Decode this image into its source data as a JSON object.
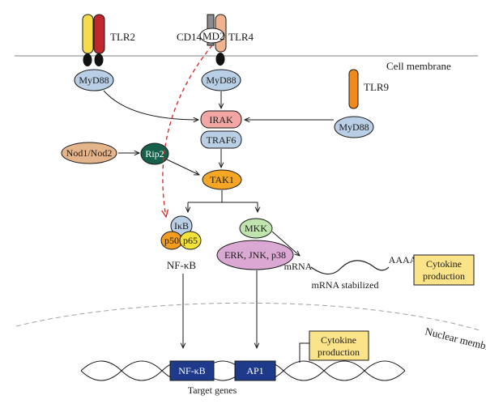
{
  "receptors": {
    "tlr2": "TLR2",
    "cd14": "CD14",
    "md2": "MD2",
    "tlr4": "TLR4",
    "tlr9": "TLR9"
  },
  "membranes": {
    "cell": "Cell membrane",
    "nuclear": "Nuclear membrane"
  },
  "nodes": {
    "myd88_tlr2": "MyD88",
    "myd88_tlr4": "MyD88",
    "myd88_tlr9": "MyD88",
    "irak": "IRAK",
    "traf6": "TRAF6",
    "nod": "Nod1/Nod2",
    "rip2": "Rip2",
    "tak1": "TAK1",
    "ikb": "IκB",
    "p50": "p50",
    "p65": "p65",
    "nfkb_complex": "NF-κB",
    "mkk": "MKK",
    "mapks": "ERK, JNK, p38",
    "mrna": "mRNA",
    "aaaa": "AAAA",
    "mrna_stabilized": "mRNA stabilized",
    "cytokine_top": [
      "Cytokine",
      "production"
    ],
    "nfkb_gene": "NF-κB",
    "ap1_gene": "AP1",
    "cytokine_bottom": [
      "Cytokine",
      "production"
    ],
    "target_genes": "Target genes"
  },
  "colors": {
    "tlr2_yellow": "#f5dc4a",
    "tlr2_red": "#c0272d",
    "cd14_grey": "#8c8c8c",
    "tlr4_salmon": "#f1b28f",
    "tlr9_orange": "#ef8a1c",
    "blue_oval": "#b8cfe6",
    "irak_pink": "#f3a7a4",
    "nod_tan": "#e4b48a",
    "rip2_green": "#17604b",
    "tak1_orange": "#f5a623",
    "p50_orange": "#f39c1f",
    "p65_yellow": "#f3e23a",
    "mkk_green": "#bfe4ae",
    "mapk_pink": "#dba7d3",
    "cytokine_box": "#fbe38a",
    "gene_box": "#1f3a8a",
    "red_dashed": "#d62e2e",
    "membrane_line": "#999999"
  }
}
